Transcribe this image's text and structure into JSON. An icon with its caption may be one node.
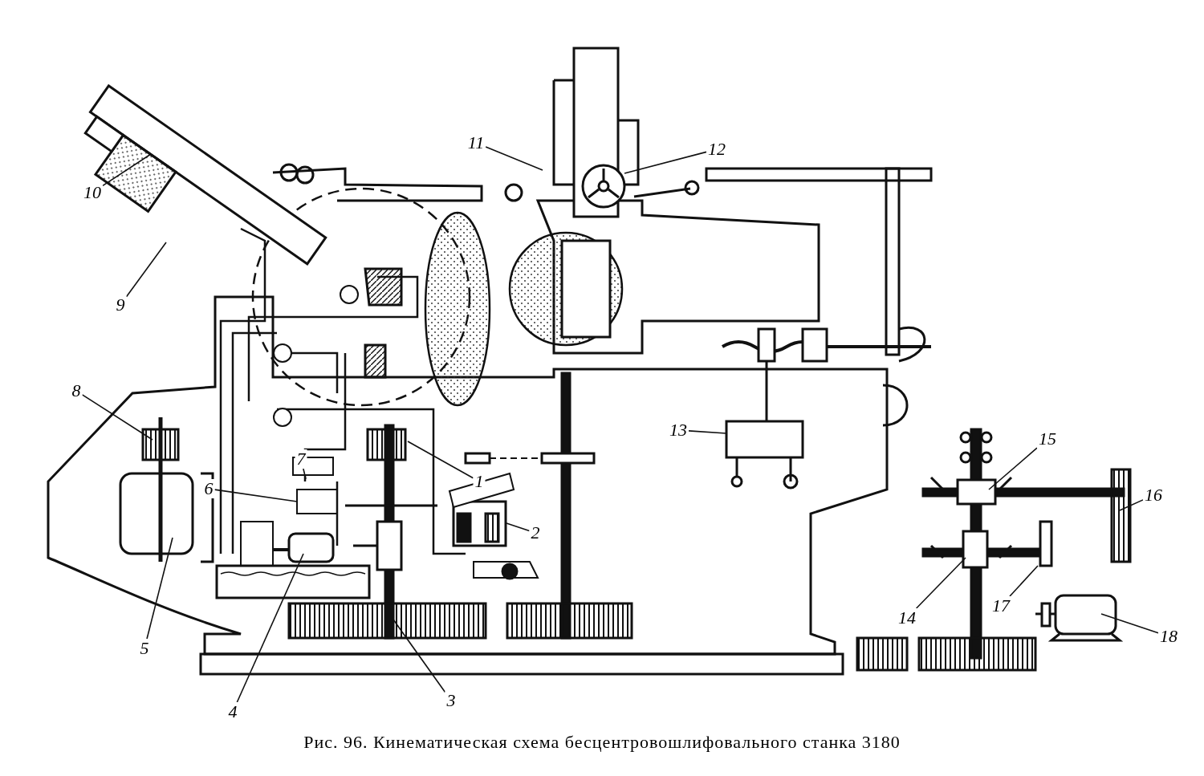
{
  "diagram": {
    "caption": "Рис. 96. Кинематическая схема бесцентровошлифовального станка 3180",
    "nodes": [
      {
        "text": [
          "1"
        ]
      },
      {
        "text": [
          "2"
        ]
      },
      {
        "text": [
          "3"
        ]
      },
      {
        "text": [
          "4"
        ]
      },
      {
        "text": [
          "5"
        ]
      },
      {
        "text": [
          "6"
        ]
      },
      {
        "text": [
          "7"
        ]
      },
      {
        "text": [
          "8"
        ]
      },
      {
        "text": [
          "9"
        ]
      },
      {
        "text": [
          "10"
        ]
      },
      {
        "text": [
          "11"
        ]
      },
      {
        "text": [
          "12"
        ]
      },
      {
        "text": [
          "13"
        ]
      },
      {
        "text": [
          "14"
        ]
      },
      {
        "text": [
          "15"
        ]
      },
      {
        "text": [
          "16"
        ]
      },
      {
        "text": [
          "17"
        ]
      },
      {
        "text": [
          "18"
        ]
      }
    ],
    "edges": [
      {
        "from": 0,
        "to": null,
        "arrow": "none"
      },
      {
        "from": 1,
        "to": null,
        "arrow": "none"
      },
      {
        "from": 2,
        "to": null,
        "arrow": "none"
      },
      {
        "from": 3,
        "to": null,
        "arrow": "none"
      },
      {
        "from": 4,
        "to": null,
        "arrow": "none"
      },
      {
        "from": 5,
        "to": null,
        "arrow": "none"
      },
      {
        "from": 6,
        "to": null,
        "arrow": "none"
      },
      {
        "from": 7,
        "to": null,
        "arrow": "none"
      },
      {
        "from": 8,
        "to": null,
        "arrow": "none"
      },
      {
        "from": 9,
        "to": null,
        "arrow": "none"
      },
      {
        "from": 10,
        "to": null,
        "arrow": "none"
      },
      {
        "from": 11,
        "to": null,
        "arrow": "none"
      },
      {
        "from": 12,
        "to": null,
        "arrow": "none"
      },
      {
        "from": 13,
        "to": null,
        "arrow": "none"
      },
      {
        "from": 14,
        "to": null,
        "arrow": "none"
      },
      {
        "from": 15,
        "to": null,
        "arrow": "none"
      },
      {
        "from": 16,
        "to": null,
        "arrow": "none"
      },
      {
        "from": 17,
        "to": null,
        "arrow": "none"
      }
    ]
  }
}
